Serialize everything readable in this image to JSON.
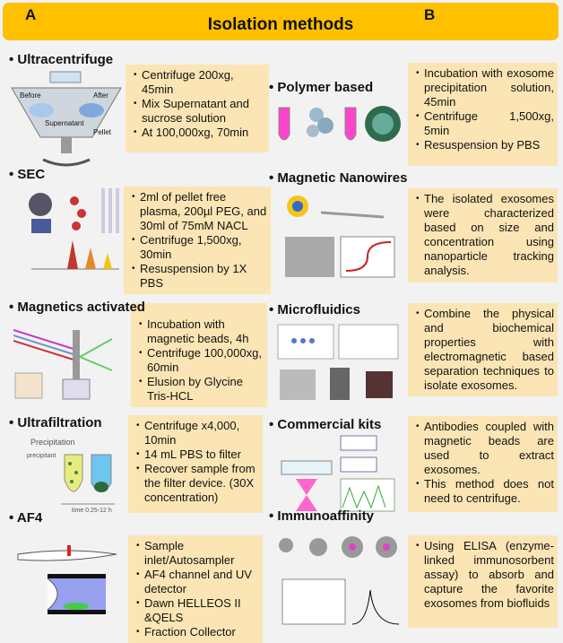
{
  "header": {
    "title": "Isolation methods",
    "label_a": "A",
    "label_b": "B",
    "color": "#ffc000"
  },
  "box_color": "#fbe5b4",
  "left": [
    {
      "name": "Ultracentrifuge",
      "steps": [
        "Centrifuge 200xg, 45min",
        "Mix Supernatant and sucrose solution",
        "At 100,000xg, 70min"
      ],
      "figure_labels": [
        "Before",
        "After",
        "Supernatant",
        "Pellet"
      ]
    },
    {
      "name": "SEC",
      "steps": [
        "2ml of pellet free plasma, 200µl PEG, and 30ml of 75mM NACL",
        "Centrifuge 1,500xg, 30min",
        "Resuspension by 1X PBS"
      ]
    },
    {
      "name": "Magnetics activated",
      "steps": [
        "Incubation with magnetic beads, 4h",
        "Centrifuge 100,000xg, 60min",
        "Elusion by Glycine Tris-HCL"
      ]
    },
    {
      "name": "Ultrafiltration",
      "steps": [
        "Centrifuge x4,000, 10min",
        "14 mL PBS to filter",
        "Recover sample from the filter device. (30X concentration)"
      ],
      "figure_labels": [
        "Precipitation",
        "precipitant",
        "time 0.25-12 h"
      ]
    },
    {
      "name": "AF4",
      "steps": [
        "Sample inlet/Autosampler",
        "AF4 channel and UV detector",
        "Dawn HELLEOS II &QELS",
        "Fraction Collector"
      ]
    }
  ],
  "right": [
    {
      "name": "Polymer based",
      "steps": [
        "Incubation with exosome precipitation solution, 45min",
        "Centrifuge 1,500xg, 5min",
        "Resuspension by PBS"
      ]
    },
    {
      "name": "Magnetic Nanowires",
      "steps": [
        "The isolated exosomes were characterized based on size and concentration using nanoparticle tracking analysis."
      ]
    },
    {
      "name": "Microfluidics",
      "steps": [
        "Combine the physical and biochemical properties with electromagnetic based separation techniques to isolate exosomes."
      ]
    },
    {
      "name": "Commercial kits",
      "steps": [
        "Antibodies coupled with magnetic beads are used to extract exosomes.",
        "This method does not need to centrifuge."
      ]
    },
    {
      "name": "Immunoaffinity",
      "steps": [
        "Using ELISA (enzyme-linked immunosorbent assay) to absorb and capture the favorite exosomes from biofluids"
      ]
    }
  ]
}
